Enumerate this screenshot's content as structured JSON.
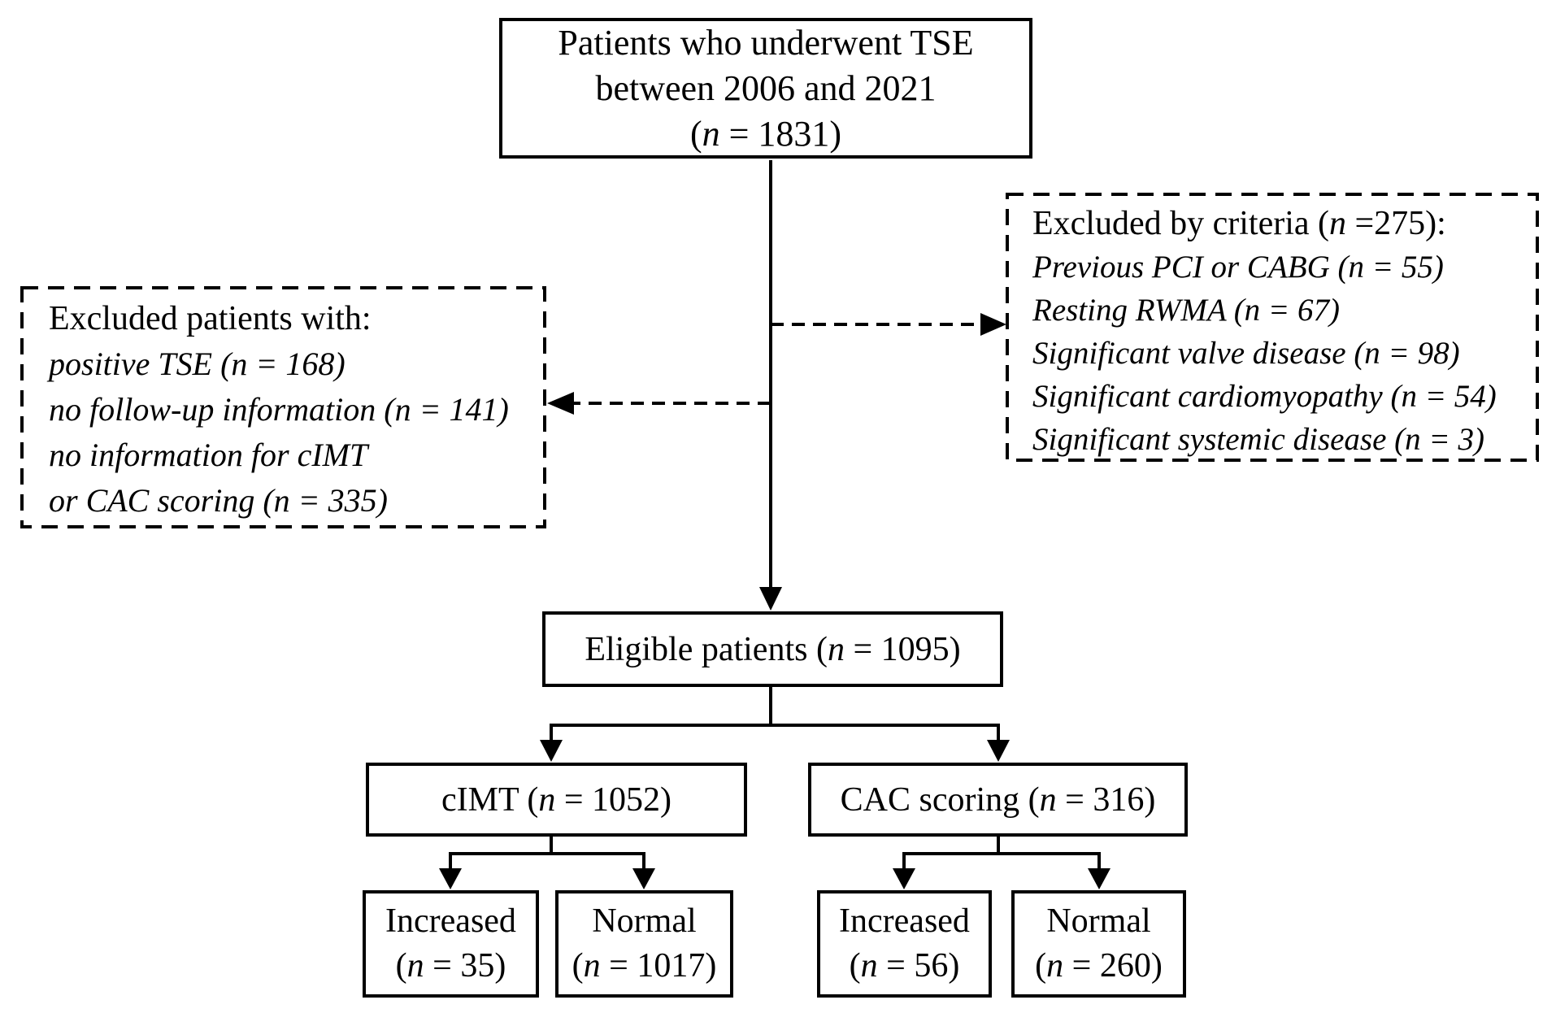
{
  "diagram": {
    "top_box": {
      "line1": "Patients who underwent TSE",
      "line2": "between 2006 and 2021",
      "count_open": "(",
      "count_n": "n",
      "count_rest": " = 1831)"
    },
    "excluded_criteria": {
      "title_pre": "Excluded by criteria (",
      "title_n": "n",
      "title_post": " =275):",
      "items": [
        "Previous PCI or CABG (n = 55)",
        "Resting RWMA (n = 67)",
        "Significant valve disease (n = 98)",
        "Significant cardiomyopathy (n = 54)",
        "Significant systemic disease (n = 3)"
      ]
    },
    "excluded_patients": {
      "title": "Excluded patients with:",
      "items": [
        "positive TSE (n = 168)",
        "no follow-up information (n = 141)",
        "no information for cIMT",
        "or CAC scoring (n = 335)"
      ]
    },
    "eligible_box": {
      "text_pre": "Eligible patients (",
      "n": "n",
      "text_post": " = 1095)"
    },
    "cimt_box": {
      "text_pre": "cIMT (",
      "n": "n",
      "text_post": " = 1052)"
    },
    "cac_box": {
      "text_pre": "CAC scoring (",
      "n": "n",
      "text_post": " = 316)"
    },
    "cimt_increased": {
      "line1": "Increased",
      "count_open": "(",
      "n": "n",
      "count_rest": " = 35)"
    },
    "cimt_normal": {
      "line1": "Normal",
      "count_open": "(",
      "n": "n",
      "count_rest": " = 1017)"
    },
    "cac_increased": {
      "line1": "Increased",
      "count_open": "(",
      "n": "n",
      "count_rest": " = 56)"
    },
    "cac_normal": {
      "line1": "Normal",
      "count_open": "(",
      "n": "n",
      "count_rest": " = 260)"
    }
  },
  "colors": {
    "ink": "#000000",
    "background": "#ffffff"
  }
}
